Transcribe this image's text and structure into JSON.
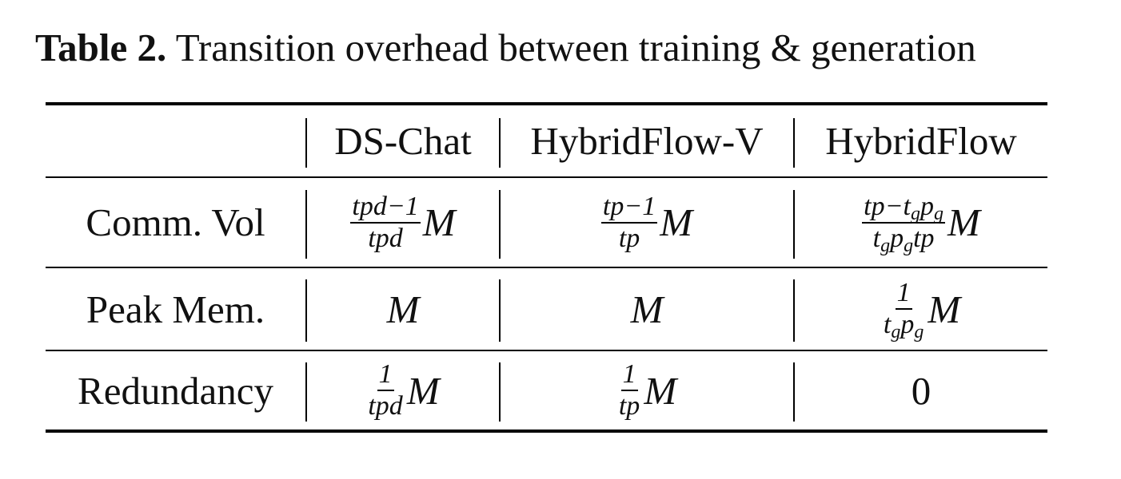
{
  "caption": {
    "label": "Table 2.",
    "text": "Transition overhead between training & generation"
  },
  "table": {
    "columns": [
      "",
      "DS-Chat",
      "HybridFlow-V",
      "HybridFlow"
    ],
    "rows": [
      {
        "label": "Comm. Vol",
        "cells": [
          {
            "num": "tpd−1",
            "den": "tpd",
            "suffix": "M"
          },
          {
            "num": "tp−1",
            "den": "tp",
            "suffix": "M"
          },
          {
            "num_parts": [
              "tp−t",
              "g",
              "p",
              "g"
            ],
            "den_parts": [
              "t",
              "g",
              "p",
              "g",
              "tp"
            ],
            "suffix": "M"
          }
        ]
      },
      {
        "label": "Peak Mem.",
        "cells": [
          {
            "text": "M"
          },
          {
            "text": "M"
          },
          {
            "num": "1",
            "den_parts": [
              "t",
              "g",
              "p",
              "g",
              ""
            ],
            "suffix": "M"
          }
        ]
      },
      {
        "label": "Redundancy",
        "cells": [
          {
            "num": "1",
            "den": "tpd",
            "suffix": "M"
          },
          {
            "num": "1",
            "den": "tp",
            "suffix": "M"
          },
          {
            "plain": "0"
          }
        ]
      }
    ]
  }
}
